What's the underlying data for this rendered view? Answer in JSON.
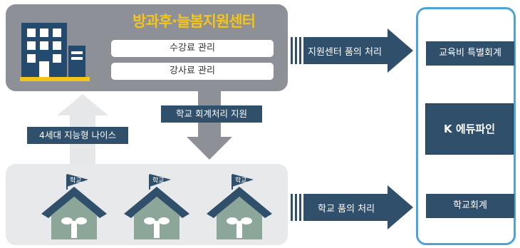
{
  "center": {
    "title": "방과후·늘봄지원센터",
    "item1": "수강료 관리",
    "item2": "강사료 관리"
  },
  "labels": {
    "up": "4세대 지능형 나이스",
    "down": "학교 회계처리 지원"
  },
  "arrows": {
    "top": "지원센터 품의 처리",
    "bottom": "학교 품의 처리"
  },
  "right": {
    "top": "교육비 특별회계",
    "middle": "K 에듀파인",
    "bottom": "학교회계"
  },
  "schools": [
    {
      "flag": "학교"
    },
    {
      "flag": "학교"
    },
    {
      "flag": "학교"
    }
  ],
  "colors": {
    "navy": "#2f4f6b",
    "gray": "#8e9097",
    "yellow": "#f3c51a",
    "light_blue": "#4ea3d4",
    "leaf_green": "#7fbf7f"
  }
}
